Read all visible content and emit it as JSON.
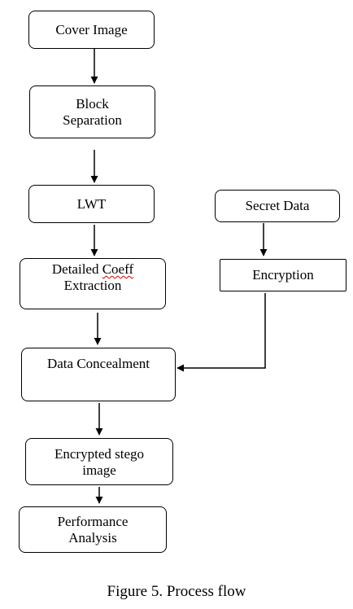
{
  "diagram": {
    "nodes": {
      "cover_image": {
        "lines": [
          "Cover Image"
        ]
      },
      "block_separation": {
        "lines": [
          "Block",
          "Separation"
        ]
      },
      "lwt": {
        "lines": [
          "LWT"
        ]
      },
      "detailed_coeff": {
        "line1": "Detailed ",
        "line1_flagged": "Coeff",
        "line2": "Extraction"
      },
      "secret_data": {
        "lines": [
          "Secret Data"
        ]
      },
      "encryption": {
        "lines": [
          "Encryption"
        ]
      },
      "data_concealment": {
        "lines": [
          "Data Concealment"
        ]
      },
      "encrypted_stego": {
        "lines": [
          "Encrypted stego",
          "image"
        ]
      },
      "performance_analysis": {
        "lines": [
          "Performance",
          "Analysis"
        ]
      }
    },
    "edges": [
      [
        "cover_image",
        "block_separation"
      ],
      [
        "block_separation",
        "lwt"
      ],
      [
        "lwt",
        "detailed_coeff"
      ],
      [
        "detailed_coeff",
        "data_concealment"
      ],
      [
        "secret_data",
        "encryption"
      ],
      [
        "encryption",
        "data_concealment"
      ],
      [
        "data_concealment",
        "encrypted_stego"
      ],
      [
        "encrypted_stego",
        "performance_analysis"
      ]
    ],
    "colors": {
      "stroke": "#000000",
      "spellcheck_underline": "#d00000"
    }
  },
  "caption": "Figure 5. Process flow"
}
